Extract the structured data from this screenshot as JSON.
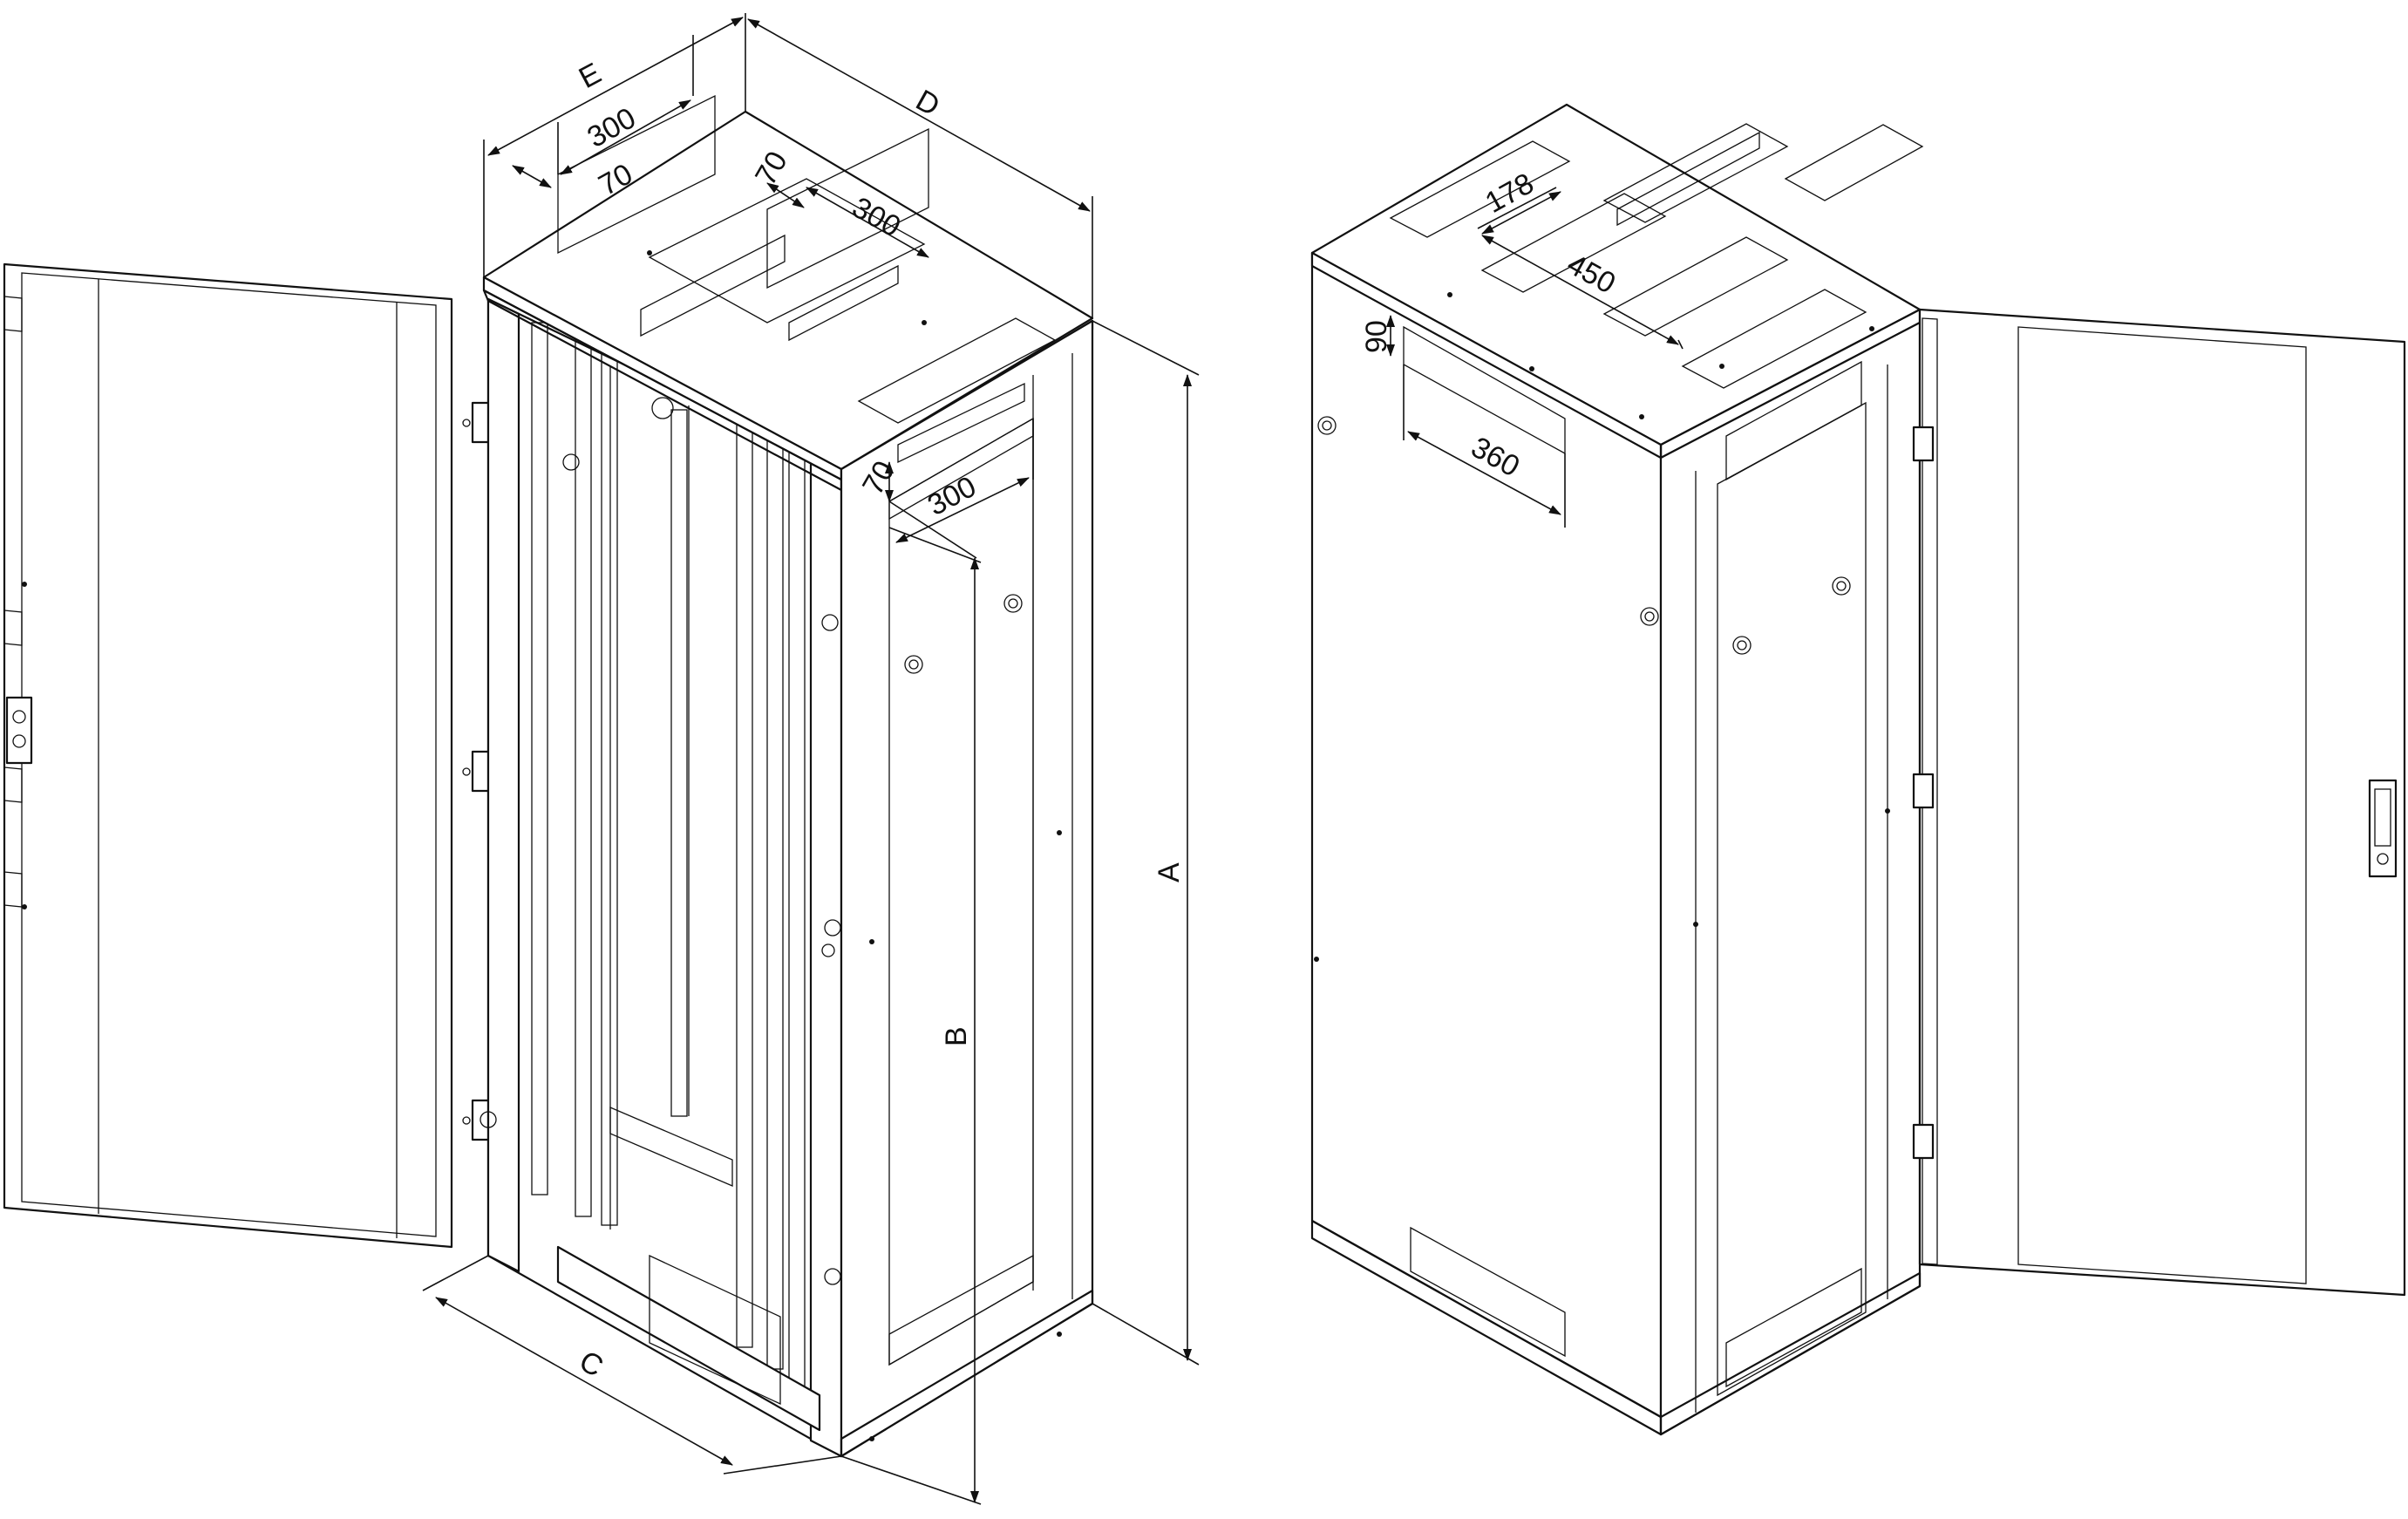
{
  "colors": {
    "line": "#111111",
    "background": "#ffffff"
  },
  "dimensions": {
    "left_view": {
      "letters": {
        "a": "A",
        "b": "B",
        "c": "C",
        "d": "D",
        "e": "E"
      },
      "top_opening_width": "300",
      "top_opening_offset": "70",
      "top_slot_offset": "70",
      "top_slot_width": "300",
      "side_cutout_offset": "70",
      "side_cutout_width": "300"
    },
    "right_view": {
      "top_offset": "178",
      "top_width": "450",
      "side_offset": "90",
      "side_width": "360"
    }
  }
}
